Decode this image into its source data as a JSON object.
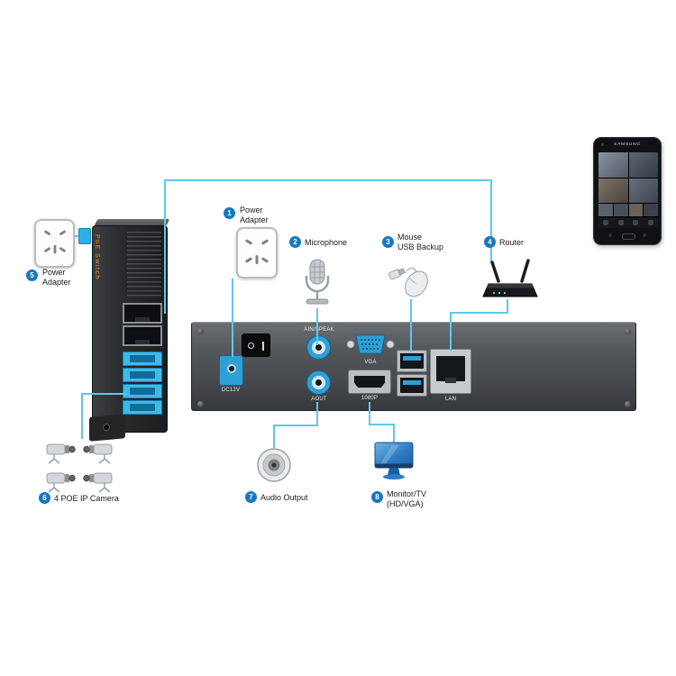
{
  "colors": {
    "connection_line": "#5ec7ef",
    "badge_blue": "#1779be",
    "port_blue": "#3fb0e4",
    "nvr_body": "#4a4d51",
    "switch_body": "#232527",
    "monitor_blue": "#2e7cc4",
    "switch_text_orange": "#f08c1e"
  },
  "phone": {
    "brand": "SAMSUNG"
  },
  "poe_switch": {
    "side_label": "PoE Switch"
  },
  "callouts": {
    "power_adapter_top": {
      "num": "1",
      "line1": "Power",
      "line2": "Adapter"
    },
    "microphone": {
      "num": "2",
      "label": "Microphone"
    },
    "mouse": {
      "num": "3",
      "line1": "Mouse",
      "line2": "USB Backup"
    },
    "router": {
      "num": "4",
      "label": "Router"
    },
    "power_adapter_left": {
      "num": "5",
      "line1": "Power",
      "line2": "Adapter"
    },
    "poe_camera": {
      "num": "6",
      "label": "4 POE IP Camera"
    },
    "audio_output": {
      "num": "7",
      "label": "Audio Output"
    },
    "monitor": {
      "num": "8",
      "line1": "Monitor/TV",
      "line2": "(HD/VGA)"
    }
  },
  "nvr_ports": {
    "dc": "DC12V",
    "ain": "AIN/SPEAK",
    "aout": "AOUT",
    "vga": "VGA",
    "hdmi": "1080P",
    "lan": "LAN"
  }
}
